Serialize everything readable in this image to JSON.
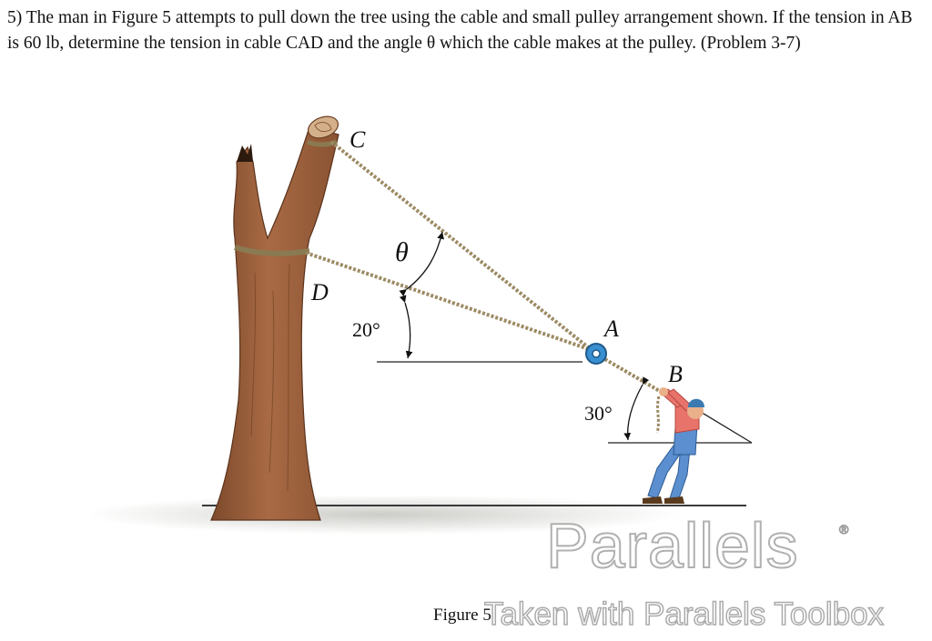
{
  "problem": {
    "text": "5) The man in Figure 5 attempts to pull down the tree using the cable and small pulley arrangement shown. If the tension in AB is 60 lb, determine the tension in cable CAD and the angle θ which the cable makes at the pulley. (Problem 3-7)"
  },
  "figure": {
    "label_c": "C",
    "label_d": "D",
    "label_a": "A",
    "label_b": "B",
    "angle_theta": "θ",
    "angle_20": "20°",
    "angle_30": "30°",
    "caption": "Figure 5"
  },
  "watermark": {
    "logo_text": "Parallels",
    "reg_mark": "®",
    "toolbox_text": "Taken with Parallels Toolbox"
  },
  "colors": {
    "tree": "#a0623f",
    "rope": "#9c8a63",
    "pulley": "#3a8fd0",
    "shirt": "#e8736a",
    "overalls": "#5b8fd0"
  }
}
